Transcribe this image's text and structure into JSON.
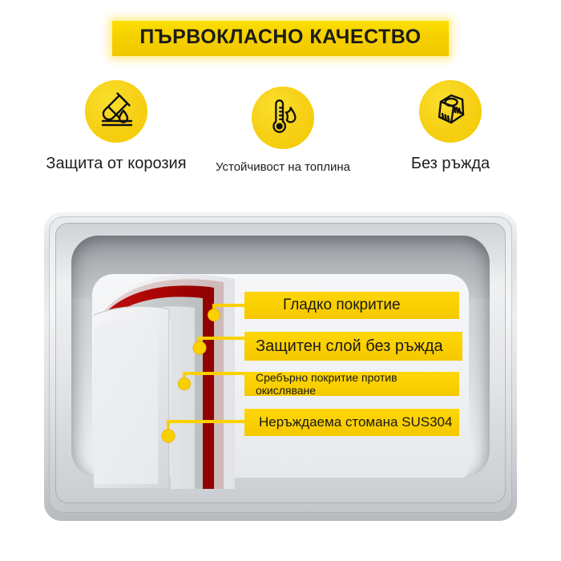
{
  "banner": {
    "title": "ПЪРВОКЛАСНО КАЧЕСТВО",
    "background_color": "#F6D000",
    "text_color": "#1B1B1B"
  },
  "features": [
    {
      "icon": "test-tube-droplet-icon",
      "label": "Защита от корозия",
      "circle_color": "#F7D117"
    },
    {
      "icon": "thermometer-flame-icon",
      "label": "Устойчивост на топлина",
      "circle_color": "#F7D117"
    },
    {
      "icon": "hex-nut-icon",
      "label": "Без ръжда",
      "circle_color": "#F7D117"
    }
  ],
  "product": {
    "name": "stainless-steel-gastronorm-pan",
    "body_color": "#E3E5E8",
    "rim_color": "#C9CCD0"
  },
  "callouts": [
    {
      "label": "Гладко покритие",
      "color": "#FBD000"
    },
    {
      "label": "Защитен слой без ръжда",
      "color": "#FBD000"
    },
    {
      "label": "Сребърно покритие против окисляване",
      "color": "#FBD000"
    },
    {
      "label": "Неръждаема стомана SUS304",
      "color": "#FBD000"
    }
  ],
  "layers": {
    "outer_coating_color": "#EFEFF1",
    "pink_layer_color": "#D8C3C4",
    "red_layer_color": "#B00606",
    "inner_layer_color": "#C9CBCD",
    "core_color": "#DCDEE0",
    "connector_color": "#FBD000"
  }
}
